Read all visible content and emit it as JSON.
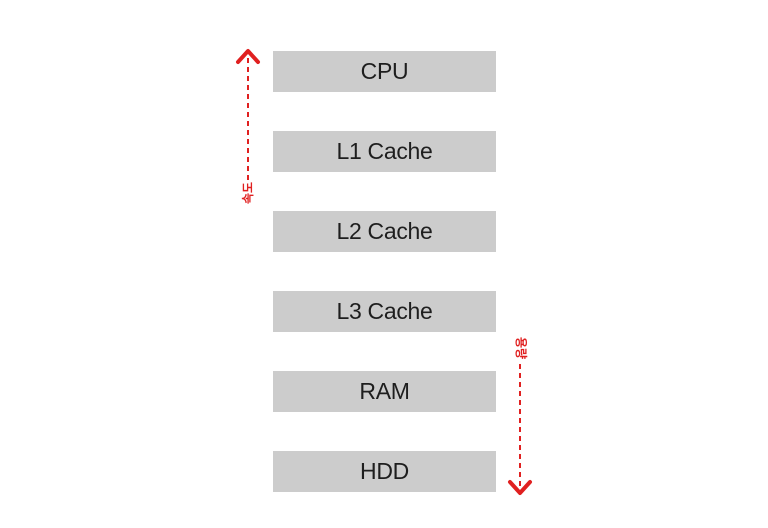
{
  "levels": [
    {
      "label": "CPU"
    },
    {
      "label": "L1 Cache"
    },
    {
      "label": "L2 Cache"
    },
    {
      "label": "L3 Cache"
    },
    {
      "label": "RAM"
    },
    {
      "label": "HDD"
    }
  ],
  "arrows": {
    "speed_label": "속도",
    "capacity_label": "용량",
    "color": "#e02020"
  },
  "colors": {
    "box_fill": "#cccccc",
    "box_text": "#1e1e1e",
    "background": "#ffffff"
  }
}
